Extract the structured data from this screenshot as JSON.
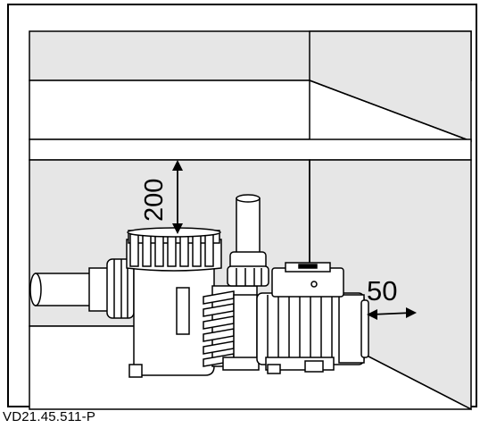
{
  "diagram": {
    "dimension_top": "200",
    "dimension_side": "50",
    "caption": "VD21.45.511-P",
    "colors": {
      "wall_fill": "#e6e6e6",
      "stroke": "#000000",
      "background": "#ffffff"
    }
  }
}
